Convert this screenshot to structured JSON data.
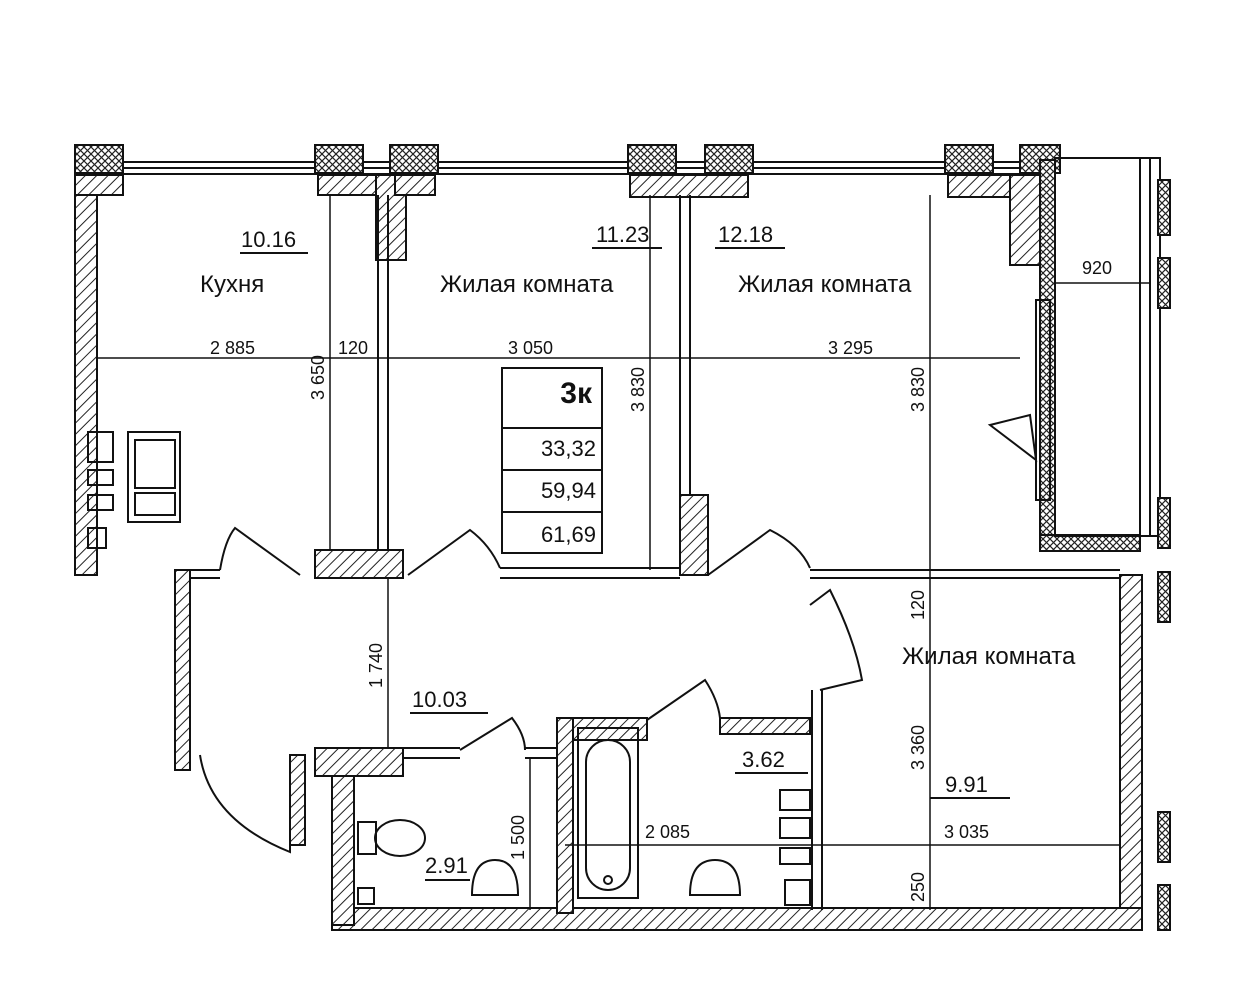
{
  "rooms": {
    "kitchen": {
      "name": "Кухня",
      "area": "10.16"
    },
    "living1": {
      "name": "Жилая комната",
      "area": "11.23"
    },
    "living2": {
      "name": "Жилая комната",
      "area": "12.18"
    },
    "living3": {
      "name": "Жилая комната",
      "area": "9.91"
    },
    "hall": {
      "area": "10.03"
    },
    "bathroom": {
      "area": "3.62"
    },
    "wc": {
      "area": "2.91"
    }
  },
  "summary": {
    "type": "3к",
    "living_area": "33,32",
    "total_area": "59,94",
    "total_area_balcony": "61,69"
  },
  "dimensions": {
    "kitchen_width": "2 885",
    "wall_120_a": "120",
    "living1_width": "3 050",
    "living2_width": "3 295",
    "balcony_width": "920",
    "kitchen_depth": "3 650",
    "living1_depth": "3 830",
    "living2_depth": "3 830",
    "hall_depth": "1 740",
    "wall_120_b": "120",
    "living3_depth": "3 360",
    "wall_250": "250",
    "wc_depth": "1 500",
    "bath_width": "2 085",
    "living3_width": "3 035"
  }
}
